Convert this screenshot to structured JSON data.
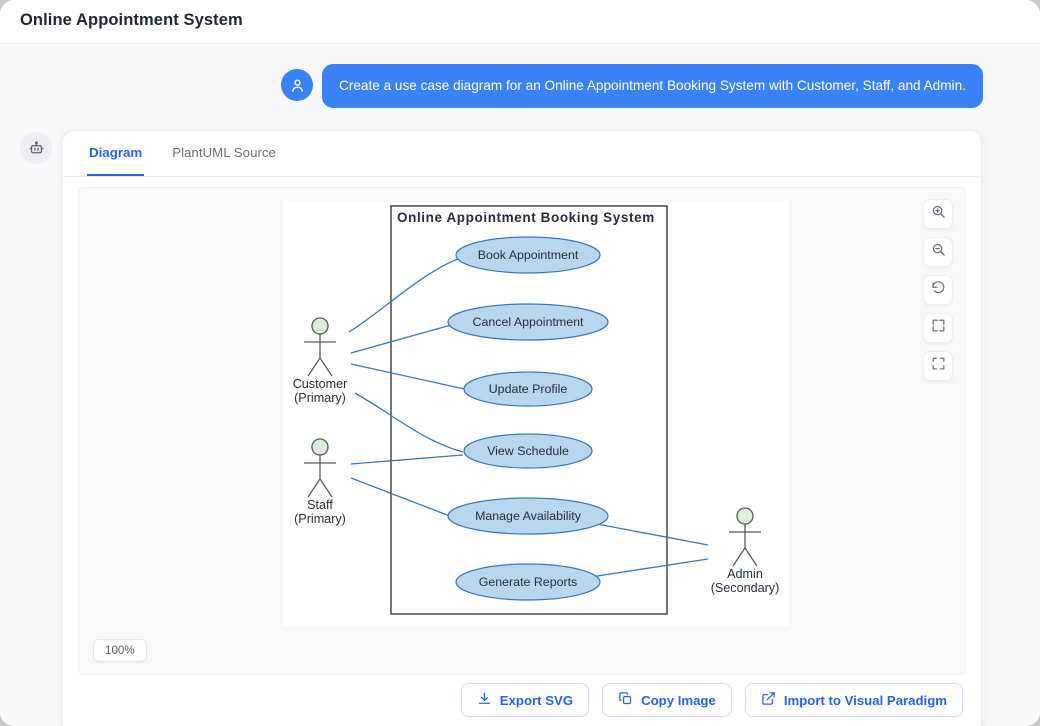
{
  "window": {
    "title": "Online Appointment System"
  },
  "conversation": {
    "user_avatar_icon": "user-icon",
    "bot_avatar_icon": "robot-icon",
    "user_message": "Create a use case diagram for an Online Appointment Booking System with Customer, Staff, and Admin."
  },
  "tabs": [
    {
      "id": "diagram",
      "label": "Diagram",
      "active": true
    },
    {
      "id": "plantuml-source",
      "label": "PlantUML Source",
      "active": false
    }
  ],
  "canvas": {
    "zoom_level": "100%",
    "controls": [
      {
        "id": "zoom-in",
        "icon": "zoom-in-icon"
      },
      {
        "id": "zoom-out",
        "icon": "zoom-out-icon"
      },
      {
        "id": "reset-view",
        "icon": "rotate-ccw-icon"
      },
      {
        "id": "fit-to-screen",
        "icon": "fit-screen-icon"
      },
      {
        "id": "fullscreen",
        "icon": "fullscreen-icon"
      }
    ]
  },
  "actions": [
    {
      "id": "export-svg",
      "label": "Export SVG",
      "icon": "download-icon"
    },
    {
      "id": "copy-image",
      "label": "Copy Image",
      "icon": "copy-icon"
    },
    {
      "id": "import-visual-paradigm",
      "label": "Import to Visual Paradigm",
      "icon": "external-link-icon"
    }
  ],
  "diagram": {
    "type": "uml-use-case",
    "system_boundary_title": "Online Appointment Booking System",
    "actors": [
      {
        "id": "customer",
        "name": "Customer",
        "role": "(Primary)"
      },
      {
        "id": "staff",
        "name": "Staff",
        "role": "(Primary)"
      },
      {
        "id": "admin",
        "name": "Admin",
        "role": "(Secondary)"
      }
    ],
    "use_cases": [
      {
        "id": "book-appointment",
        "label": "Book Appointment"
      },
      {
        "id": "cancel-appointment",
        "label": "Cancel Appointment"
      },
      {
        "id": "update-profile",
        "label": "Update Profile"
      },
      {
        "id": "view-schedule",
        "label": "View Schedule"
      },
      {
        "id": "manage-availability",
        "label": "Manage Availability"
      },
      {
        "id": "generate-reports",
        "label": "Generate Reports"
      }
    ],
    "associations": [
      {
        "actor": "customer",
        "use_case": "book-appointment"
      },
      {
        "actor": "customer",
        "use_case": "cancel-appointment"
      },
      {
        "actor": "customer",
        "use_case": "update-profile"
      },
      {
        "actor": "customer",
        "use_case": "view-schedule"
      },
      {
        "actor": "staff",
        "use_case": "view-schedule"
      },
      {
        "actor": "staff",
        "use_case": "manage-availability"
      },
      {
        "actor": "admin",
        "use_case": "manage-availability"
      },
      {
        "actor": "admin",
        "use_case": "generate-reports"
      }
    ],
    "colors": {
      "use_case_fill": "#b9d6ef",
      "use_case_stroke": "#3c78b4",
      "actor_head_fill": "#ddeedd",
      "actor_stroke": "#5a5a5a",
      "association_stroke": "#3c78b4",
      "boundary_stroke": "#3c3c3c"
    }
  }
}
